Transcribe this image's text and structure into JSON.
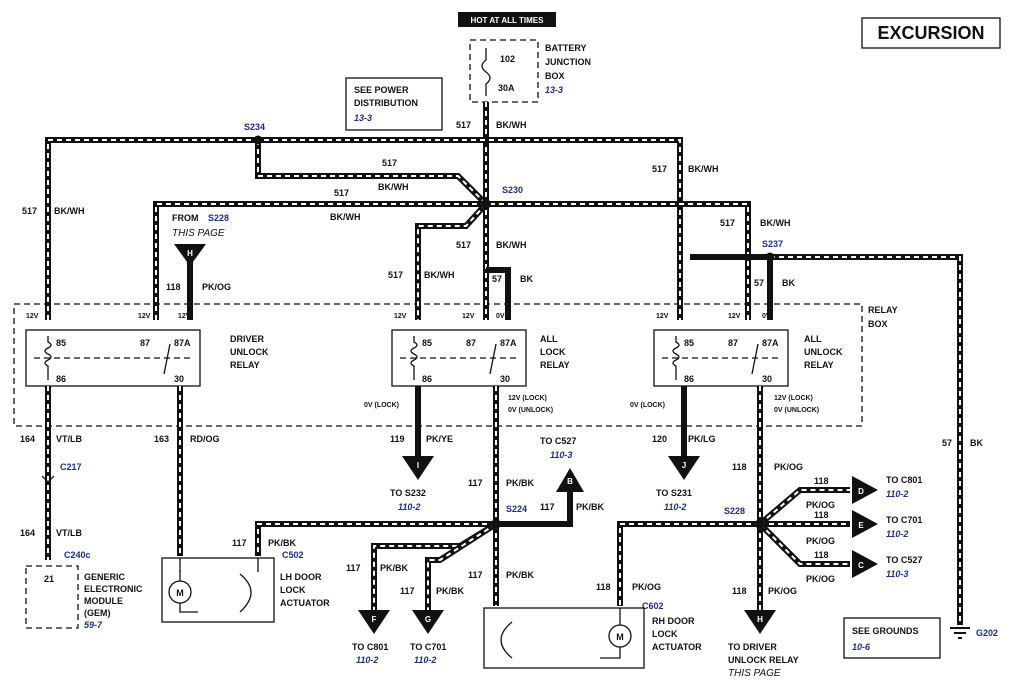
{
  "title": "EXCURSION",
  "hot_label": "HOT AT ALL TIMES",
  "battery_junction_box": {
    "fuse_number": "102",
    "fuse_rating": "30A",
    "label_lines": [
      "BATTERY",
      "JUNCTION",
      "BOX"
    ],
    "ref": "13-3"
  },
  "power_distribution": {
    "label_lines": [
      "SEE POWER",
      "DISTRIBUTION"
    ],
    "ref": "13-3"
  },
  "splices": {
    "s234": "S234",
    "s230": "S230",
    "s237": "S237",
    "s224": "S224",
    "s228": "S228"
  },
  "wires": {
    "w517": "517",
    "bkwh": "BK/WH",
    "w57": "57",
    "bk": "BK",
    "w118": "118",
    "pkog": "PK/OG",
    "w164": "164",
    "vtlb": "VT/LB",
    "w163": "163",
    "rdog": "RD/OG",
    "w119": "119",
    "pkye": "PK/YE",
    "w117": "117",
    "pkbk": "PK/BK",
    "w120": "120",
    "pklg": "PK/LG"
  },
  "from_s228": {
    "prefix": "FROM ",
    "splice": "S228",
    "sub": "THIS PAGE",
    "connector": "H"
  },
  "relay_box_lines": [
    "RELAY",
    "BOX"
  ],
  "relays": [
    {
      "lines": [
        "DRIVER",
        "UNLOCK",
        "RELAY"
      ]
    },
    {
      "lines": [
        "ALL",
        "LOCK",
        "RELAY"
      ]
    },
    {
      "lines": [
        "ALL",
        "UNLOCK",
        "RELAY"
      ]
    }
  ],
  "relay_pins": {
    "p85": "85",
    "p86": "86",
    "p87": "87",
    "p87a": "87A",
    "p30": "30"
  },
  "voltage": {
    "v12": "12V",
    "v0": "0V",
    "lock0": "0V (LOCK)",
    "lock12": "12V (LOCK)",
    "unlock0": "0V (UNLOCK)"
  },
  "connectors": {
    "c217": "C217",
    "c240c": "C240c",
    "c502": "C502",
    "c602": "C602",
    "g202": "G202"
  },
  "gem": {
    "pin": "21",
    "lines": [
      "GENERIC",
      "ELECTRONIC",
      "MODULE",
      "(GEM)"
    ],
    "ref": "59-7"
  },
  "lh_actuator": {
    "lines": [
      "LH DOOR",
      "LOCK",
      "ACTUATOR"
    ]
  },
  "rh_actuator": {
    "lines": [
      "RH DOOR",
      "LOCK",
      "ACTUATOR"
    ]
  },
  "motor_symbol": "M",
  "targets": {
    "I": {
      "letter": "I",
      "to": "TO S232",
      "ref": "110-2"
    },
    "J": {
      "letter": "J",
      "to": "TO S231",
      "ref": "110-2"
    },
    "B": {
      "letter": "B",
      "to": "TO C527",
      "ref": "110-3"
    },
    "D": {
      "letter": "D",
      "to": "TO C801",
      "ref": "110-2"
    },
    "E": {
      "letter": "E",
      "to": "TO C701",
      "ref": "110-2"
    },
    "C": {
      "letter": "C",
      "to": "TO C527",
      "ref": "110-3"
    },
    "F": {
      "letter": "F",
      "to": "TO C801",
      "ref": "110-2"
    },
    "G": {
      "letter": "G",
      "to": "TO C701",
      "ref": "110-2"
    },
    "H": {
      "letter": "H",
      "to_lines": [
        "TO DRIVER",
        "UNLOCK RELAY"
      ],
      "sub": "THIS PAGE"
    }
  },
  "grounds": {
    "lines": [
      "SEE GROUNDS"
    ],
    "ref": "10-6"
  }
}
